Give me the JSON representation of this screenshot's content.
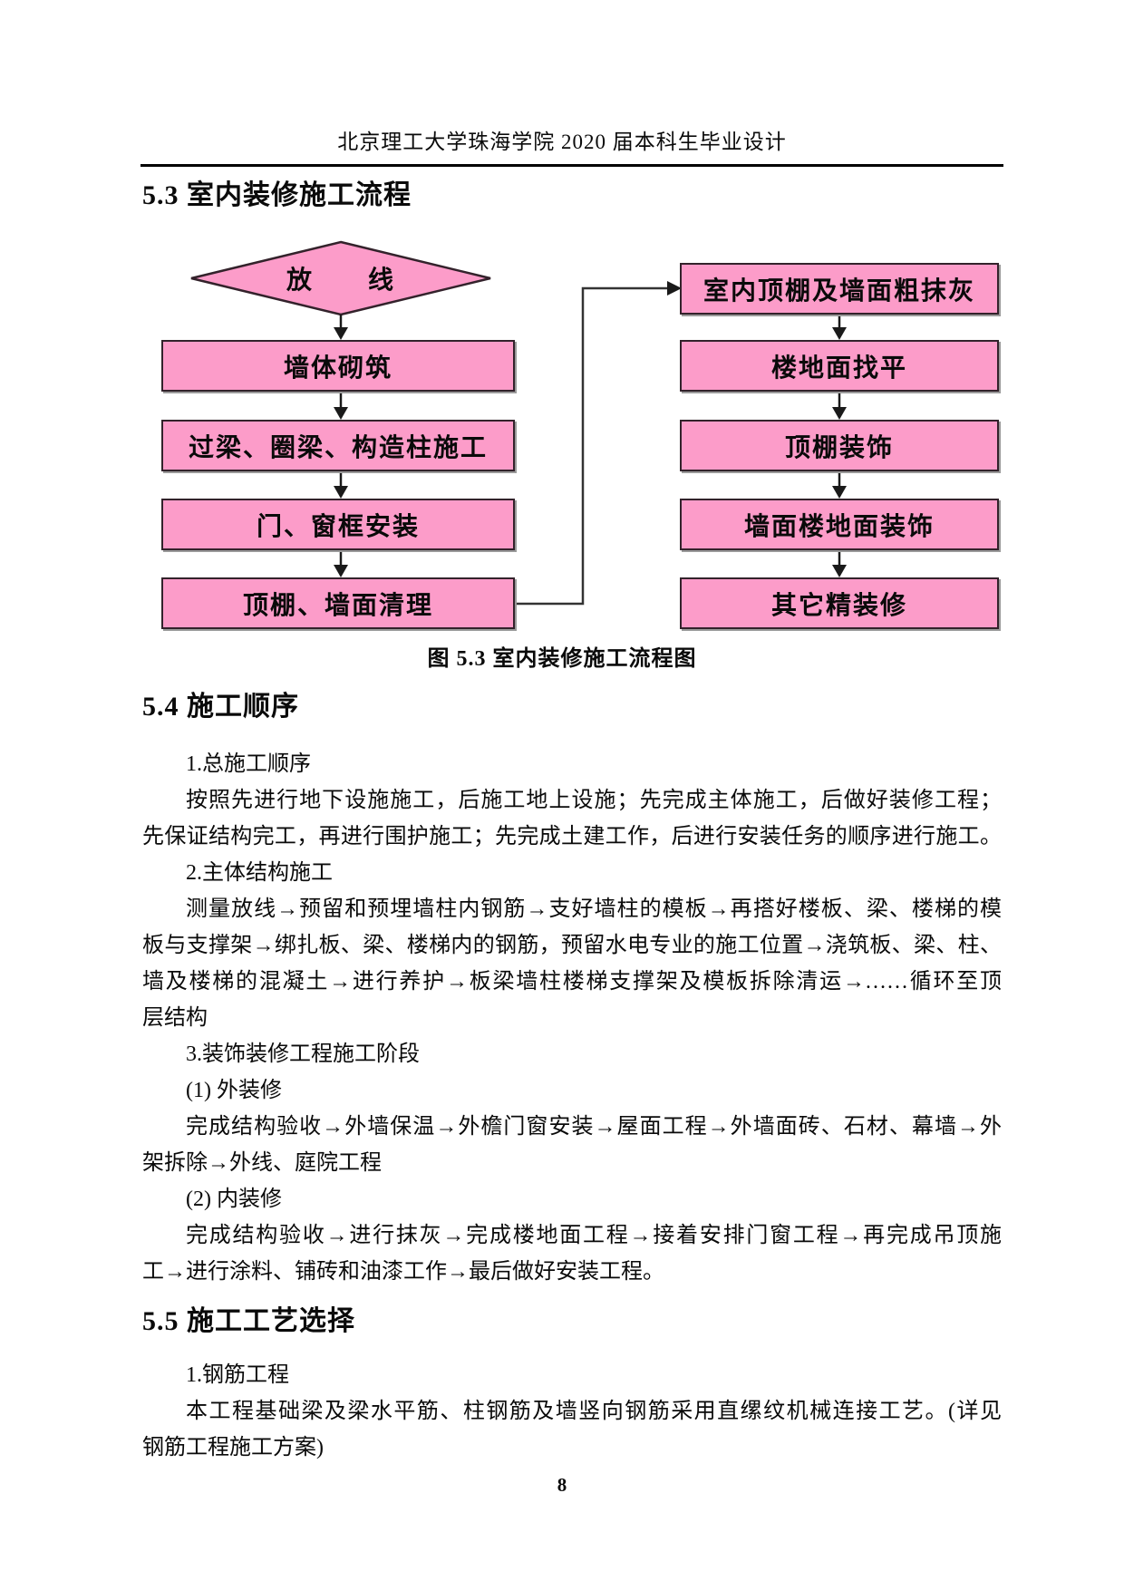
{
  "page": {
    "header": "北京理工大学珠海学院 2020 届本科生毕业设计",
    "page_number": "8"
  },
  "section_53": {
    "heading": "5.3 室内装修施工流程",
    "caption": "图 5.3  室内装修施工流程图",
    "flowchart": {
      "diamond": "放　　线",
      "left_boxes": [
        "墙体砌筑",
        "过梁、圈梁、构造柱施工",
        "门、窗框安装",
        "顶棚、墙面清理"
      ],
      "right_boxes": [
        "室内顶棚及墙面粗抹灰",
        "楼地面找平",
        "顶棚装饰",
        "墙面楼地面装饰",
        "其它精装修"
      ],
      "box_fill": "#fc9cc9",
      "box_border": "#33222b"
    }
  },
  "section_54": {
    "heading": "5.4 施工顺序",
    "lines": [
      {
        "text": "1.总施工顺序"
      },
      {
        "text": "按照先进行地下设施施工，后施工地上设施；先完成主体施工，后做好装修工程；"
      },
      {
        "text": "先保证结构完工，再进行围护施工；先完成土建工作，后进行安装任务的顺序进行施工。"
      },
      {
        "text": "2.主体结构施工"
      },
      {
        "text": "测量放线→预留和预埋墙柱内钢筋→支好墙柱的模板→再搭好楼板、梁、楼梯的模"
      },
      {
        "text": "板与支撑架→绑扎板、梁、楼梯内的钢筋，预留水电专业的施工位置→浇筑板、梁、柱、"
      },
      {
        "text": "墙及楼梯的混凝土→进行养护→板梁墙柱楼梯支撑架及模板拆除清运→……循环至顶"
      },
      {
        "text": "层结构"
      },
      {
        "text": "3.装饰装修工程施工阶段"
      },
      {
        "text": "(1) 外装修"
      },
      {
        "text": "完成结构验收→外墙保温→外檐门窗安装→屋面工程→外墙面砖、石材、幕墙→外"
      },
      {
        "text": "架拆除→外线、庭院工程"
      },
      {
        "text": "(2) 内装修"
      },
      {
        "text": "完成结构验收→进行抹灰→完成楼地面工程→接着安排门窗工程→再完成吊顶施"
      },
      {
        "text": "工→进行涂料、铺砖和油漆工作→最后做好安装工程。"
      }
    ]
  },
  "section_55": {
    "heading": "5.5 施工工艺选择",
    "lines": [
      {
        "text": "1.钢筋工程"
      },
      {
        "text": "本工程基础梁及梁水平筋、柱钢筋及墙竖向钢筋采用直缧纹机械连接工艺。(详见"
      },
      {
        "text": "钢筋工程施工方案)"
      }
    ]
  }
}
